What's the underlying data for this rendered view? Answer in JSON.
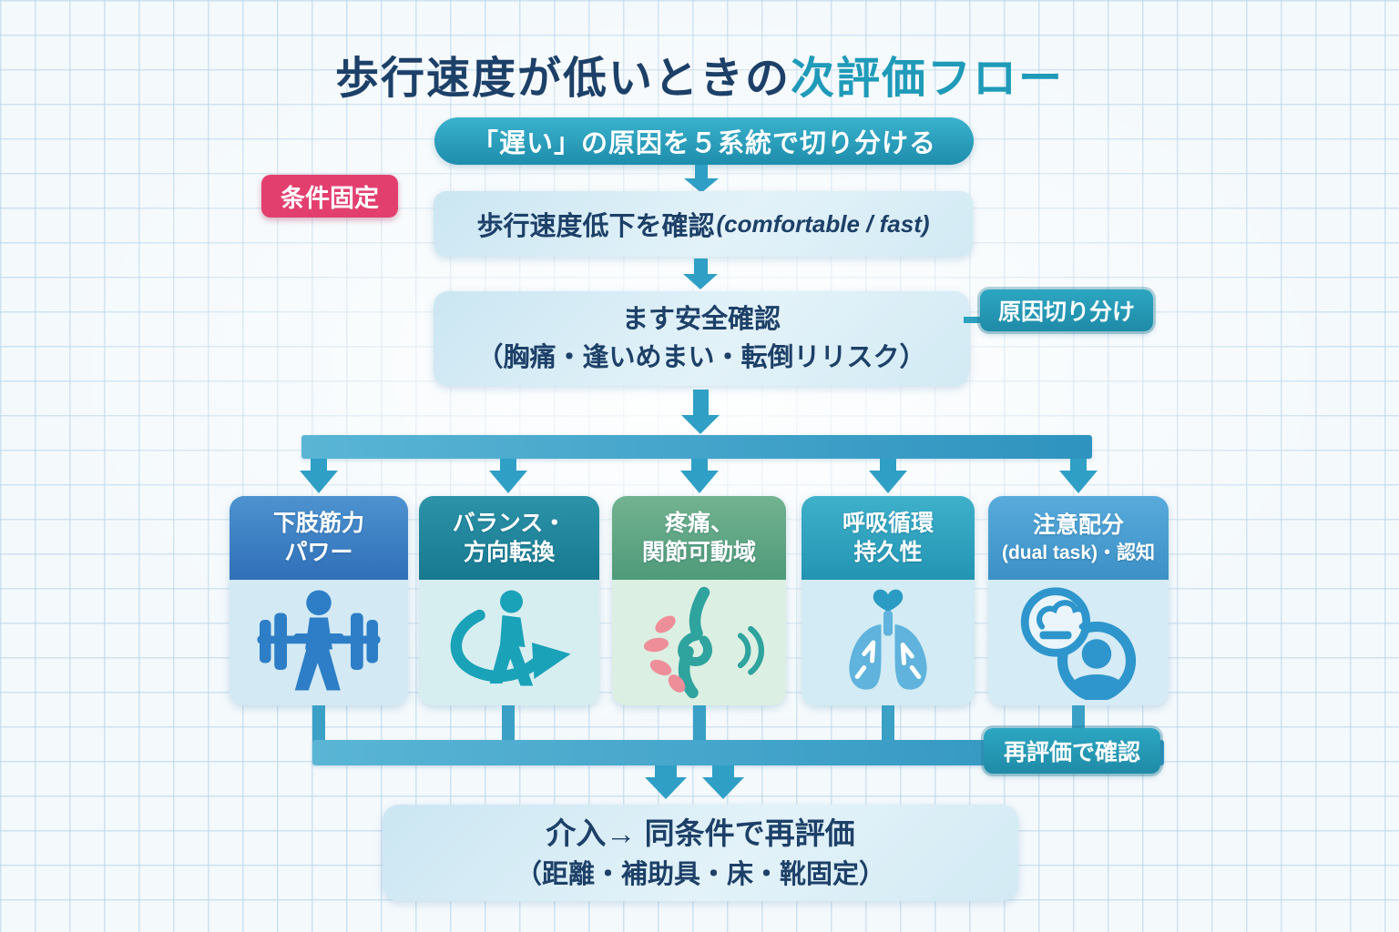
{
  "title": {
    "main": "歩行速度が低いときの",
    "accent": "次評価フロー"
  },
  "subtitle_pill": "「遅い」の原因を５系統で切り分ける",
  "condition_badge": "条件固定",
  "cause_label": "原因切り分け",
  "recheck_label": "再評価で確認",
  "step_confirm": {
    "main": "歩行速度低下を確認",
    "sub": "(comfortable / fast)"
  },
  "step_safety": {
    "line1": "ます安全確認",
    "line2": "（胸痛・逢いめまい・転倒リリスク）"
  },
  "categories": [
    {
      "line1": "下肢筋力",
      "line2": "パワー",
      "icon": "barbell-person-icon",
      "header_color": "#2f6fb8",
      "body_color": "#d3e9f4"
    },
    {
      "line1": "バランス・",
      "line2": "方向転換",
      "icon": "turning-person-icon",
      "header_color": "#1a7e94",
      "body_color": "#d7eef1"
    },
    {
      "line1": "疼痛、",
      "line2": "関節可動域",
      "icon": "knee-pain-icon",
      "header_color": "#559c7c",
      "body_color": "#dcefe3"
    },
    {
      "line1": "呼吸循環",
      "line2": "持久性",
      "icon": "lungs-heart-icon",
      "header_color": "#2498b6",
      "body_color": "#d2ebf4"
    },
    {
      "line1": "注意配分",
      "line2": "(dual task)・認知",
      "icon": "brain-person-icon",
      "header_color": "#3f92c8",
      "body_color": "#d5ebf6"
    }
  ],
  "outcome": {
    "line1": "介入→ 同条件で再評価",
    "line2": "（距離・補助具・床・靴固定）"
  },
  "colors": {
    "navy": "#1d4068",
    "teal_accent": "#1f9ab8",
    "pink": "#e23f6f",
    "arrow": "#2f9fc6",
    "light_box": "#cde7f3"
  }
}
